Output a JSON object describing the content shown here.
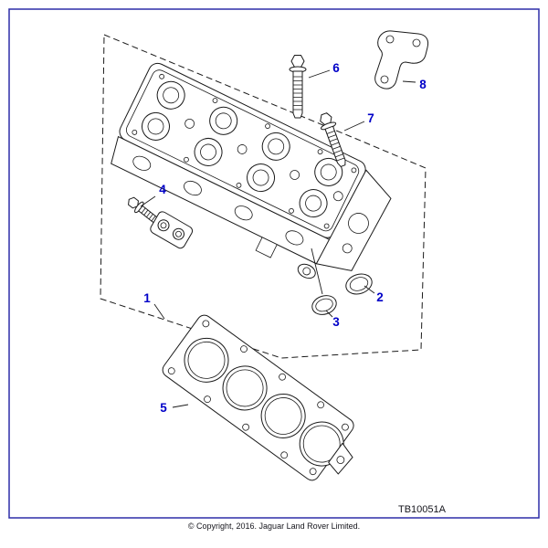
{
  "colors": {
    "callout": "#0000c8",
    "border": "#2d2da8",
    "line": "#1a1a1a"
  },
  "callouts": [
    "1",
    "2",
    "3",
    "4",
    "5",
    "6",
    "7",
    "8"
  ],
  "footer": {
    "part_code": "TB10051A",
    "copyright": "© Copyright, 2016. Jaguar Land Rover Limited."
  }
}
